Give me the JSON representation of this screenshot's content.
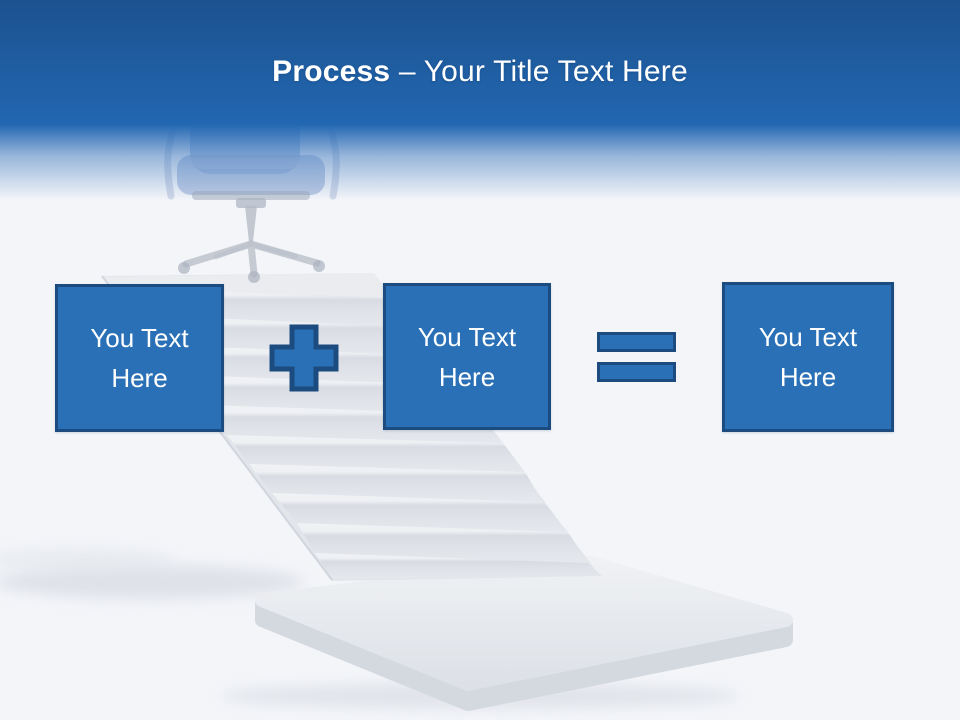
{
  "slide": {
    "title": {
      "prefix": "Process",
      "suffix": " – Your Title Text Here"
    },
    "boxes": [
      {
        "label": "You Text Here"
      },
      {
        "label": "You Text Here"
      },
      {
        "label": "You Text Here"
      }
    ],
    "operators": {
      "plus": "+",
      "equals": "="
    },
    "illustration": {
      "items": [
        "office-chair",
        "staircase",
        "base-platform"
      ]
    },
    "colors": {
      "header_top": "#1c5290",
      "header_blue": "#2267b2",
      "shape_fill": "#2a70b6",
      "shape_border": "#1c4b7f",
      "box_text": "#ffffff",
      "background": "#f3f5f9",
      "stair_gray": "#e0e4e9",
      "chair_blue": "#7e9ccd"
    }
  }
}
